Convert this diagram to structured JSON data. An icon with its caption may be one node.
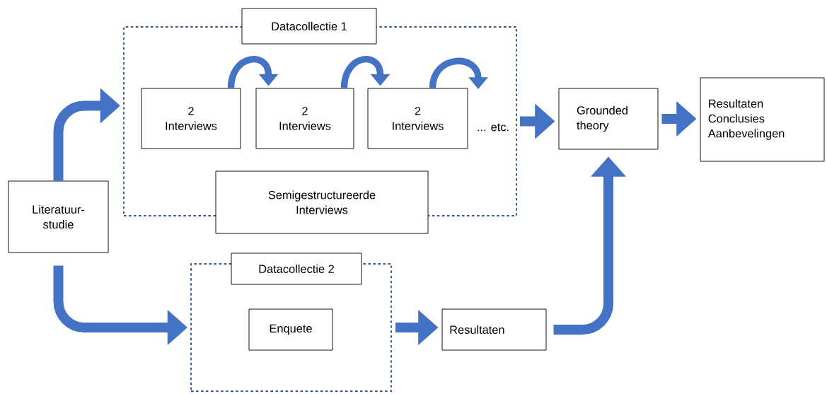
{
  "diagram": {
    "nodes": [
      {
        "text": [
          "Datacollectie 1"
        ]
      },
      {
        "text": [
          "2 Interviews"
        ],
        "in": 0
      },
      {
        "text": [
          "2 Interviews"
        ],
        "in": 0
      },
      {
        "text": [
          "2 Interviews"
        ],
        "in": 0
      },
      {
        "text": [
          "Semigestructureerde Interviews"
        ]
      },
      {
        "text": [
          "Literatuur-studie"
        ]
      },
      {
        "text": [
          "Grounded theory"
        ]
      },
      {
        "text": [
          "Resultaten",
          "Conclusies",
          "Aanbevelingen"
        ]
      },
      {
        "text": [
          "Datacollectie 2"
        ]
      },
      {
        "text": [
          "Enquete"
        ],
        "in": 8
      },
      {
        "text": [
          "Resultaten"
        ]
      }
    ],
    "edges": [
      {
        "from": 5,
        "to": 0,
        "arrow": "to"
      },
      {
        "from": 1,
        "to": 2,
        "arrow": "to"
      },
      {
        "from": 2,
        "to": 3,
        "arrow": "to"
      },
      {
        "from": 3,
        "to": null,
        "arrow": "to"
      },
      {
        "from": 0,
        "to": 6,
        "arrow": "to"
      },
      {
        "from": 6,
        "to": 7,
        "arrow": "to"
      },
      {
        "from": 5,
        "to": 8,
        "arrow": "to"
      },
      {
        "from": 8,
        "to": 10,
        "arrow": "to"
      },
      {
        "from": 10,
        "to": 6,
        "arrow": "to"
      }
    ],
    "labels": [
      "... etc."
    ]
  }
}
